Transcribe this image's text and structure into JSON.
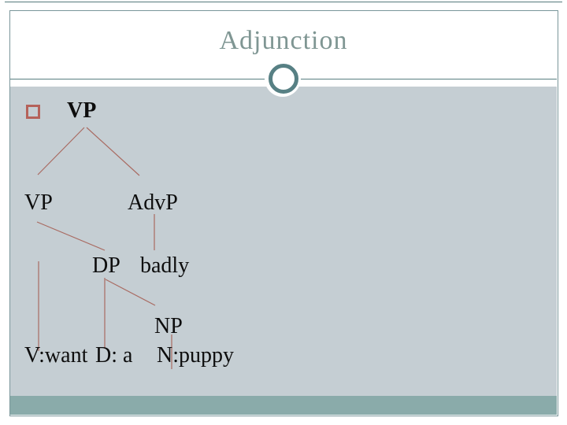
{
  "title": "Adjunction",
  "tree": {
    "description_root": "VP",
    "nodes": [
      {
        "id": "vp-root",
        "label": "VP"
      },
      {
        "id": "vp-mid",
        "label": "VP"
      },
      {
        "id": "advp",
        "label": "AdvP"
      },
      {
        "id": "dp",
        "label": "DP"
      },
      {
        "id": "badly",
        "label": "badly"
      },
      {
        "id": "np",
        "label": "NP"
      },
      {
        "id": "v-want",
        "label": "V:want"
      },
      {
        "id": "d-a",
        "label": "D: a"
      },
      {
        "id": "n-puppy",
        "label": "N:puppy"
      }
    ],
    "edges": [
      [
        "VP(root)",
        "VP(mid)"
      ],
      [
        "VP(root)",
        "AdvP"
      ],
      [
        "AdvP",
        "badly"
      ],
      [
        "VP(mid)",
        "V:want"
      ],
      [
        "VP(mid)",
        "DP"
      ],
      [
        "DP",
        "D: a"
      ],
      [
        "DP",
        "NP"
      ],
      [
        "NP",
        "N:puppy"
      ]
    ]
  },
  "colors": {
    "content_background": "#c5ced3",
    "footer_band": "#8aabaa",
    "accent_teal": "#578084",
    "title_text": "#7f9693",
    "tree_line": "#a96b62",
    "bullet_border": "#b5625a",
    "node_text": "#0d0d0d"
  }
}
